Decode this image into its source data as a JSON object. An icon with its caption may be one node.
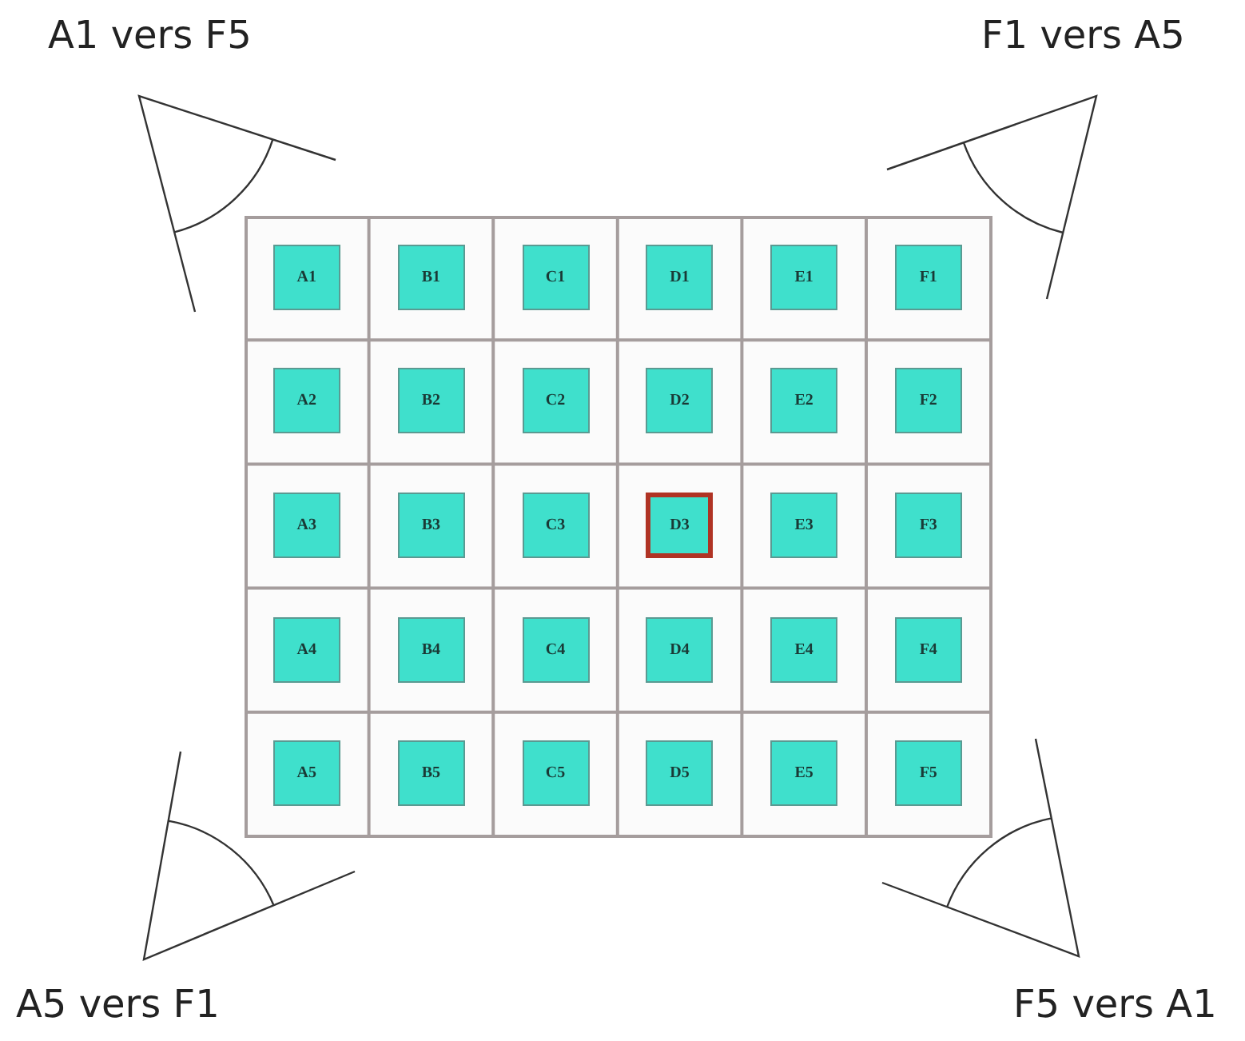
{
  "diagram": {
    "nodes": [
      {
        "text": [
          "A1"
        ]
      },
      {
        "text": [
          "B1"
        ]
      },
      {
        "text": [
          "C1"
        ]
      },
      {
        "text": [
          "D1"
        ]
      },
      {
        "text": [
          "E1"
        ]
      },
      {
        "text": [
          "F1"
        ]
      },
      {
        "text": [
          "A2"
        ]
      },
      {
        "text": [
          "B2"
        ]
      },
      {
        "text": [
          "C2"
        ]
      },
      {
        "text": [
          "D2"
        ]
      },
      {
        "text": [
          "E2"
        ]
      },
      {
        "text": [
          "F2"
        ]
      },
      {
        "text": [
          "A3"
        ]
      },
      {
        "text": [
          "B3"
        ]
      },
      {
        "text": [
          "C3"
        ]
      },
      {
        "text": [
          "D3"
        ]
      },
      {
        "text": [
          "E3"
        ]
      },
      {
        "text": [
          "F3"
        ]
      },
      {
        "text": [
          "A4"
        ]
      },
      {
        "text": [
          "B4"
        ]
      },
      {
        "text": [
          "C4"
        ]
      },
      {
        "text": [
          "D4"
        ]
      },
      {
        "text": [
          "E4"
        ]
      },
      {
        "text": [
          "F4"
        ]
      },
      {
        "text": [
          "A5"
        ]
      },
      {
        "text": [
          "B5"
        ]
      },
      {
        "text": [
          "C5"
        ]
      },
      {
        "text": [
          "D5"
        ]
      },
      {
        "text": [
          "E5"
        ]
      },
      {
        "text": [
          "F5"
        ]
      }
    ],
    "labels": [
      "A1 vers F5",
      "F1 vers A5",
      "A5 vers F1",
      "F5 vers A1"
    ]
  }
}
